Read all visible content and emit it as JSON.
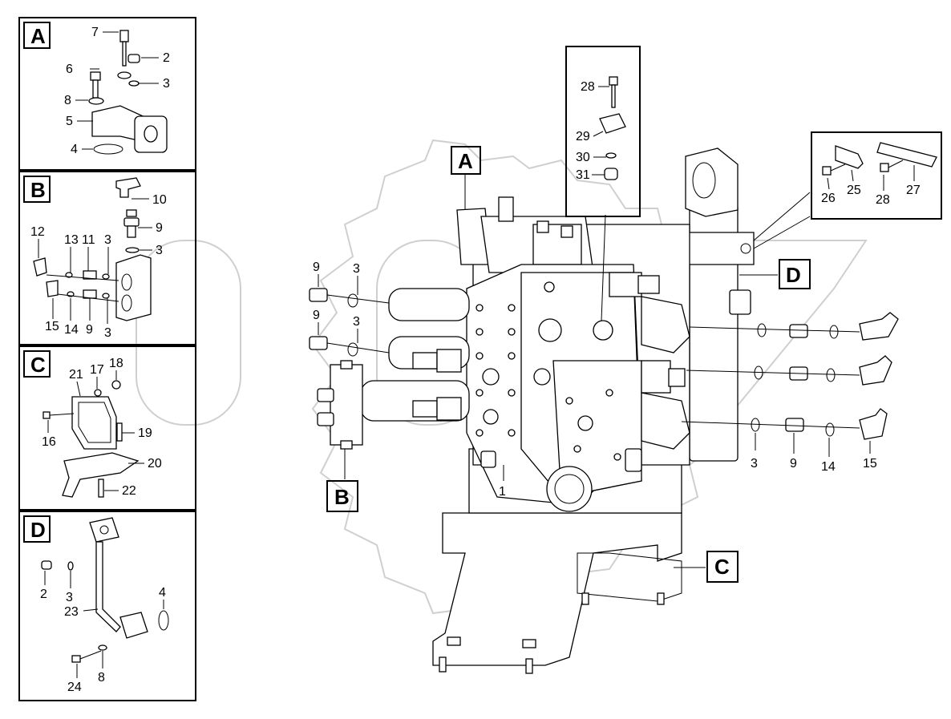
{
  "panels": {
    "A": {
      "letter": "A",
      "callouts": [
        "7",
        "2",
        "6",
        "3",
        "8",
        "5",
        "4"
      ]
    },
    "B": {
      "letter": "B",
      "callouts": [
        "10",
        "9",
        "12",
        "13",
        "11",
        "3",
        "3",
        "15",
        "14",
        "9",
        "3"
      ]
    },
    "C": {
      "letter": "C",
      "callouts": [
        "18",
        "21",
        "17",
        "16",
        "19",
        "20",
        "22"
      ]
    },
    "D": {
      "letter": "D",
      "callouts": [
        "2",
        "3",
        "4",
        "23",
        "24",
        "8"
      ]
    }
  },
  "main": {
    "tag_a": "A",
    "tag_b": "B",
    "tag_c": "C",
    "tag_d": "D",
    "callouts": [
      "9",
      "3",
      "9",
      "3",
      "1",
      "3",
      "9",
      "14",
      "15"
    ],
    "inset_top": [
      "28",
      "29",
      "30",
      "31"
    ],
    "inset_right": [
      "26",
      "25",
      "28",
      "27"
    ]
  },
  "colors": {
    "line": "#000000",
    "watermark": "#cfcfcf",
    "background": "#ffffff"
  }
}
